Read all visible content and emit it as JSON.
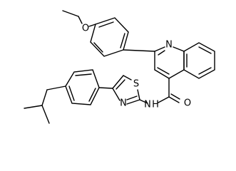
{
  "labels": {
    "oxygen_ether": "O",
    "nitrogen_quinoline": "N",
    "sulfur_thiazole": "S",
    "nitrogen_thiazole": "N",
    "nitrogen_amide": "N",
    "hydrogen_amide": "H",
    "oxygen_carbonyl": "O"
  }
}
